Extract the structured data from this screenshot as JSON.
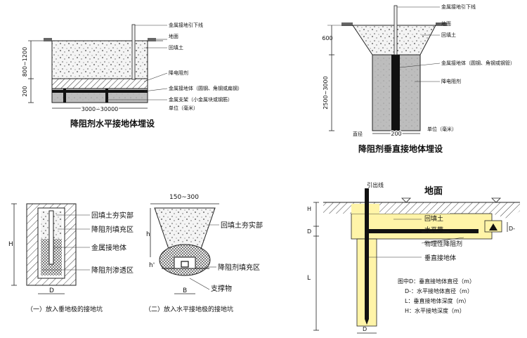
{
  "panel1": {
    "title": "降阻剂水平接地体埋设",
    "labels": {
      "down_lead": "金属接地引下线",
      "ground": "地面",
      "backfill": "回填土",
      "reducer": "降电阻剂",
      "metal_body": "金属接地体（圆钢、角钢或扁钢）",
      "support": "金属支架（小金属块或钢筋）",
      "unit": "单位（毫米）"
    },
    "dims": {
      "depth": "800~1200",
      "thick": "200",
      "length": "3000~30000"
    }
  },
  "panel2": {
    "title": "降阻剂垂直接地体埋设",
    "labels": {
      "down_lead": "金属接地引下线",
      "ground": "地面",
      "backfill": "回填土",
      "metal_body": "金属接地体（圆钢、角钢或钢管）",
      "reducer": "降电阻剂",
      "unit": "单位（毫米）"
    },
    "dims": {
      "top": "600",
      "depth": "2500~3000",
      "dia_label": "直径",
      "dia": "200"
    }
  },
  "panel3": {
    "caption": "（一）放入垂地极的接地坑",
    "labels": {
      "compact": "回填土夯实部",
      "fill": "降阻剂填充区",
      "metal": "金属接地体",
      "seep": "降阻剂渗透区"
    },
    "dims": {
      "H": "H",
      "D": "D"
    }
  },
  "panel4": {
    "caption": "（二）放入水平接地极的接地坑",
    "labels": {
      "compact": "回填土夯实部",
      "fill": "降阻剂填充区",
      "support": "支撑物"
    },
    "dims": {
      "top": "150~300",
      "h": "h",
      "h2": "h'",
      "B": "B"
    }
  },
  "panel5": {
    "labels": {
      "lead": "引出线",
      "ground": "地面",
      "backfill": "回填土",
      "horizontal": "水平带",
      "physical": "物理性降阻剂",
      "vertical": "垂直接地体"
    },
    "dims": {
      "H": "H",
      "D": "D",
      "L": "L",
      "D2": "D",
      "D_": "D-"
    },
    "legend": [
      "图中D：垂直接地体直径（m）",
      "D-：水平接地体直径（m）",
      "L：垂直接地体深度（m）",
      "H：水平接地深度（m）"
    ]
  }
}
